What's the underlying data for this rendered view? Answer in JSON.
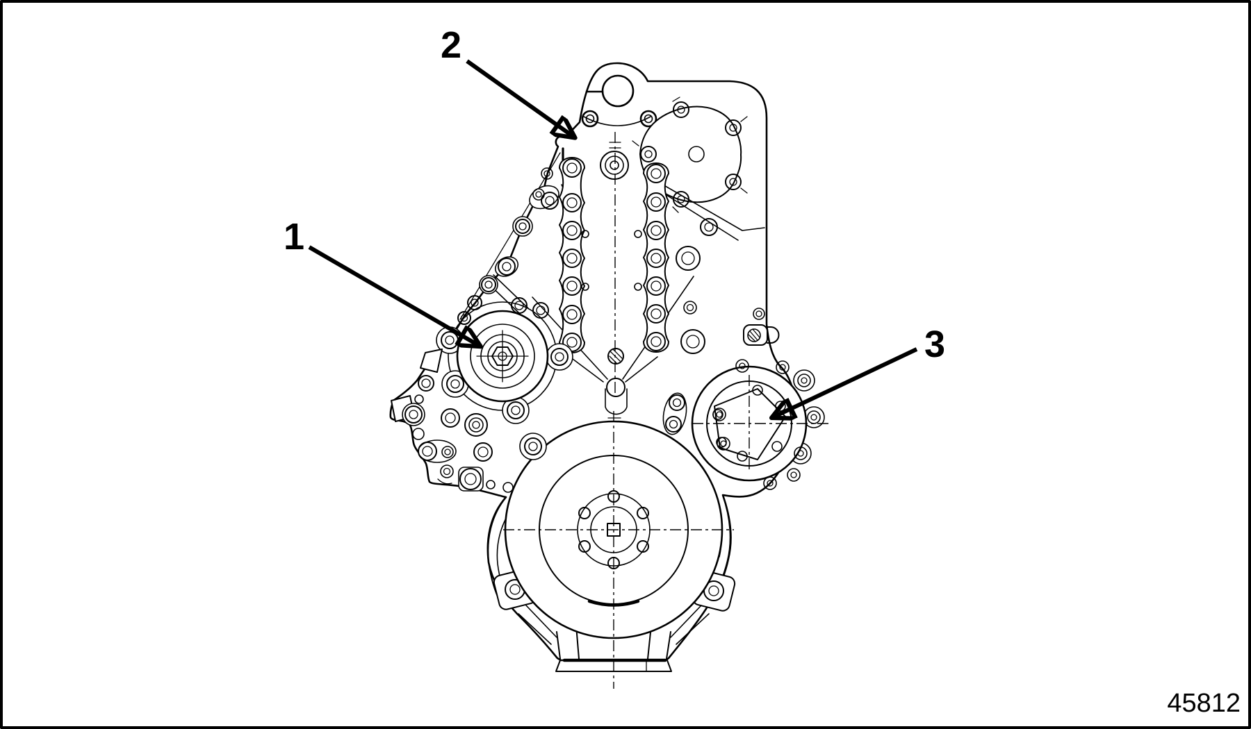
{
  "page": {
    "background_color": "#ffffff",
    "line_color": "#000000"
  },
  "figure": {
    "number": "45812"
  },
  "callouts": {
    "item1": {
      "label": "1"
    },
    "item2": {
      "label": "2"
    },
    "item3": {
      "label": "3"
    }
  }
}
